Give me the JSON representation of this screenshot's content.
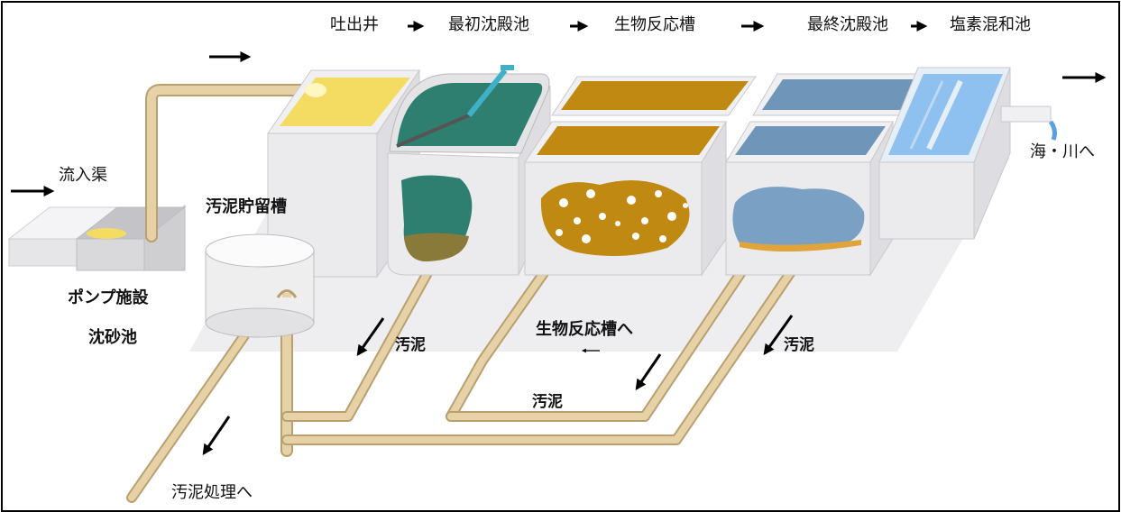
{
  "flow": {
    "discharge_well": "吐出井",
    "primary_settling": "最初沈殿池",
    "bioreactor": "生物反応槽",
    "final_settling": "最終沈殿池",
    "chlorine_mixing": "塩素混和池"
  },
  "labels": {
    "inflow_channel": "流入渠",
    "sludge_storage": "汚泥貯留槽",
    "pump_facility": "ポンプ施設",
    "grit_chamber": "沈砂池",
    "to_sea_river": "海・川へ",
    "to_bioreactor": "生物反応槽へ",
    "sludge_1": "汚泥",
    "sludge_2": "汚泥",
    "sludge_3": "汚泥",
    "to_sludge_treatment": "汚泥処理へ"
  },
  "colors": {
    "pipe": "#e6d2a6",
    "pipe_edge": "#b9a070",
    "water_yellow": "#f4dc63",
    "water_teal": "#2f7f70",
    "water_amber": "#c08a12",
    "water_blue": "#6f95b8",
    "tank_wall": "#e8e8ea",
    "floor": "#ededf0"
  }
}
